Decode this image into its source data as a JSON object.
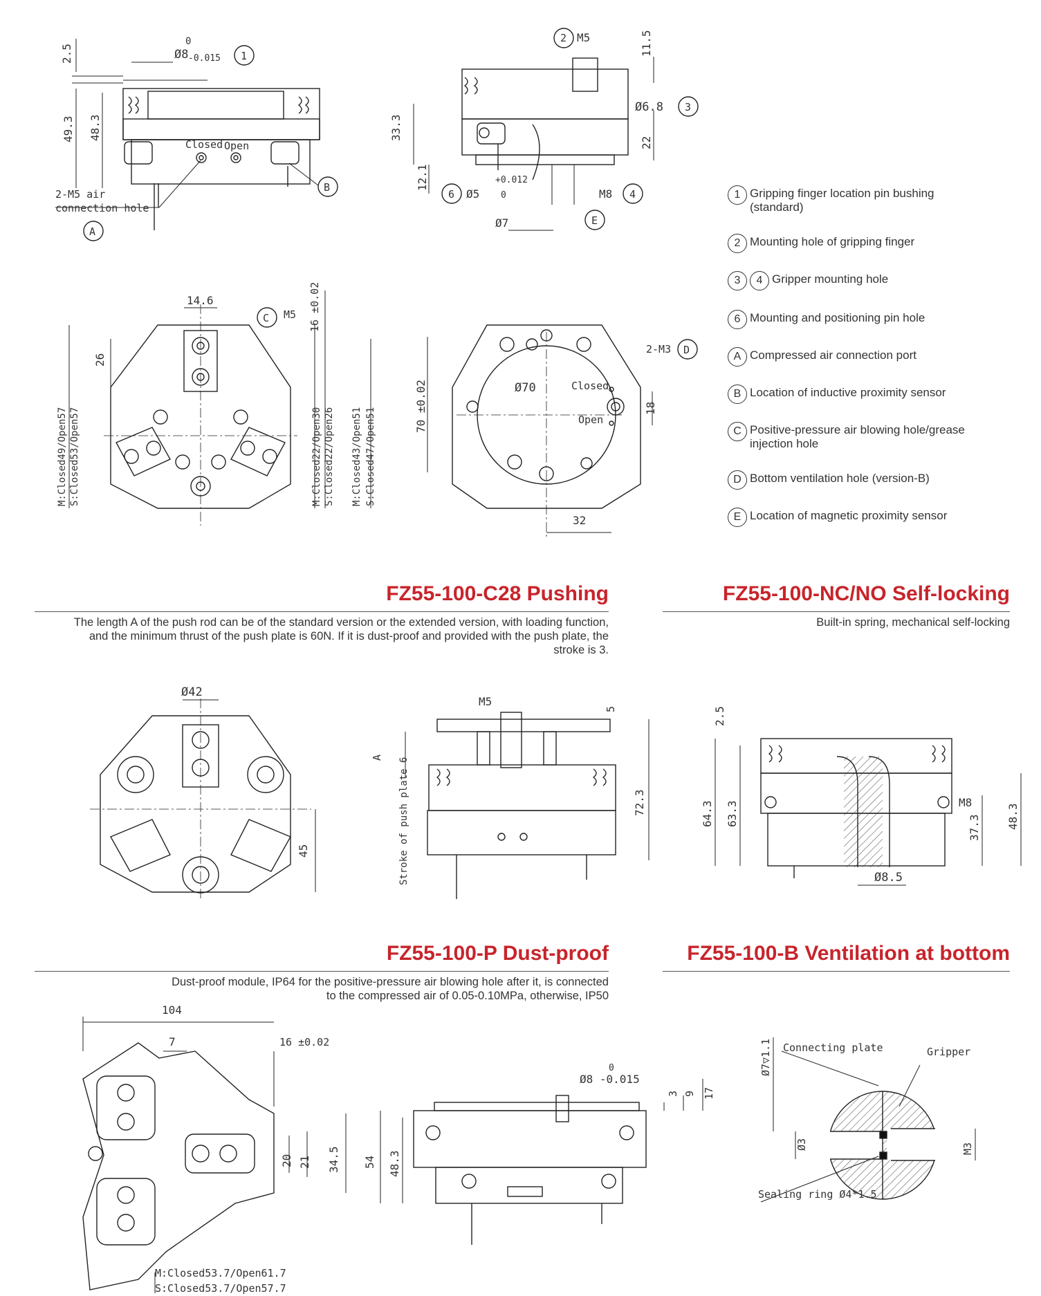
{
  "legend": [
    {
      "marks": [
        "1"
      ],
      "text": "Gripping finger location pin bushing (standard)"
    },
    {
      "marks": [
        "2"
      ],
      "text": "Mounting hole of gripping finger"
    },
    {
      "marks": [
        "3",
        "4"
      ],
      "text": "Gripper mounting hole"
    },
    {
      "marks": [
        "6"
      ],
      "text": "Mounting and positioning pin hole"
    },
    {
      "marks": [
        "A"
      ],
      "text": "Compressed air connection port"
    },
    {
      "marks": [
        "B"
      ],
      "text": "Location of inductive proximity sensor"
    },
    {
      "marks": [
        "C"
      ],
      "text": "Positive-pressure air blowing hole/grease injection hole"
    },
    {
      "marks": [
        "D"
      ],
      "text": "Bottom ventilation hole (version-B)"
    },
    {
      "marks": [
        "E"
      ],
      "text": "Location of magnetic proximity sensor"
    }
  ],
  "sections": {
    "c28": {
      "title": "FZ55-100-C28 Pushing",
      "desc": "The length A of the push rod can be of the standard version or the extended version, with loading function, and the minimum thrust of the push plate is 60N. If it is dust-proof and provided with the push plate, the stroke is 3."
    },
    "ncno": {
      "title": "FZ55-100-NC/NO Self-locking",
      "desc": "Built-in spring, mechanical self-locking"
    },
    "p": {
      "title": "FZ55-100-P Dust-proof",
      "desc": "Dust-proof module, IP64 for the positive-pressure air blowing hole after it, is connected to the compressed air of 0.05-0.10MPa, otherwise, IP50"
    },
    "b": {
      "title": "FZ55-100-B Ventilation at bottom",
      "desc": ""
    }
  },
  "dims": {
    "front": {
      "d1": "2.5",
      "d2": "49.3",
      "d3": "48.3",
      "tol_top": "0",
      "tol_bot": "-0.015",
      "dia": "Ø8",
      "closed": "Closed",
      "open": "Open",
      "air1": "2-M5 air",
      "air2": "connection hole"
    },
    "side": {
      "m5": "M5",
      "d115": "11.5",
      "d68": "Ø6.8",
      "d333": "33.3",
      "d22": "22",
      "d121": "12.1",
      "d5": "Ø5",
      "tol5a": "+0.012",
      "tol5b": "0",
      "m8": "M8",
      "d7": "Ø7"
    },
    "top": {
      "d146": "14.6",
      "m5": "M5",
      "d16": "16 ±0.02",
      "d26": "26",
      "mc1": "M:Closed49/Open57",
      "sc1": "S:Closed53/Open57",
      "mc2": "M:Closed22/Open30",
      "sc2": "S:Closed22/Open26",
      "mc3": "M:Closed43/Open51",
      "sc3": "S:Closed47/Open51"
    },
    "bottom": {
      "d70": "Ø70",
      "d70tol": "70 ±0.02",
      "m3": "2-M3",
      "closed": "Closed",
      "open": "Open",
      "d18": "18",
      "d32": "32"
    },
    "c28": {
      "d42": "Ø42",
      "d45": "45",
      "m5": "M5",
      "d5": "5",
      "a": "A",
      "stroke": "Stroke of push plate 6",
      "d723": "72.3"
    },
    "nc": {
      "d25": "2.5",
      "d643": "64.3",
      "d633": "63.3",
      "m8": "M8",
      "d373": "37.3",
      "d483": "48.3",
      "d85": "Ø8.5"
    },
    "p": {
      "d104": "104",
      "d7": "7",
      "d16": "16 ±0.02",
      "d20": "20",
      "d21": "21",
      "d345": "34.5",
      "mc": "M:Closed53.7/Open61.7",
      "sc": "S:Closed53.7/Open57.7"
    },
    "pside": {
      "tol0": "0",
      "d8": "Ø8 -0.015",
      "d3": "3",
      "d9": "9",
      "d17": "17",
      "d54": "54",
      "d483": "48.3"
    },
    "b": {
      "d7": "Ø7▽1.1",
      "plate": "Connecting plate",
      "gripper": "Gripper",
      "d3": "Ø3",
      "m3": "M3",
      "seal": "Sealing ring  Ø4*1.5"
    }
  }
}
